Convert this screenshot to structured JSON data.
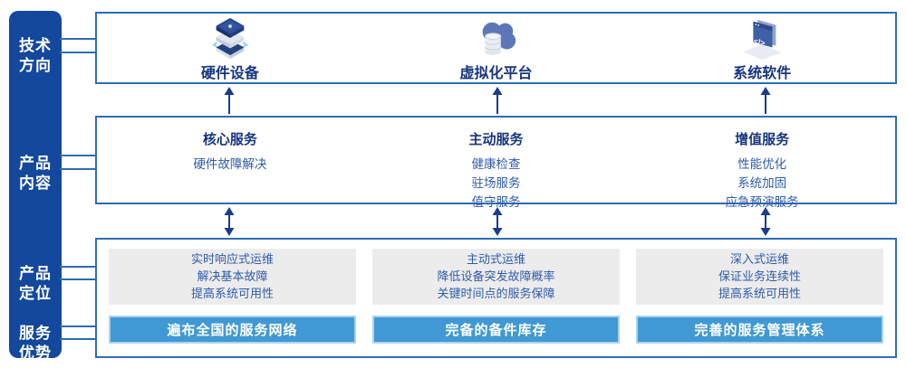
{
  "diagram": {
    "type": "layered-architecture-diagram",
    "colors": {
      "sidebar_blue": "#14489D",
      "panel_border_blue": "#2E6CB5",
      "title_navy": "#16357F",
      "body_blue": "#2E5BA8",
      "banner_blue": "#4099D4",
      "banner_border": "#A9D4EE",
      "gray_box": "#ECECEC",
      "arrow_navy": "#1B3C8C"
    }
  },
  "sidebar": {
    "items": [
      {
        "label": "技术\n方向"
      },
      {
        "label": "产品\n内容"
      },
      {
        "label": "产品\n定位"
      },
      {
        "label": "服务\n优势"
      }
    ]
  },
  "tech": {
    "items": [
      {
        "label": "硬件设备",
        "icon": "server-stack-icon"
      },
      {
        "label": "虚拟化平台",
        "icon": "cloud-database-icon"
      },
      {
        "label": "系统软件",
        "icon": "software-window-icon"
      }
    ]
  },
  "content": {
    "columns": [
      {
        "title": "核心服务",
        "items": [
          "硬件故障解决"
        ]
      },
      {
        "title": "主动服务",
        "items": [
          "健康检查",
          "驻场服务",
          "值守服务"
        ]
      },
      {
        "title": "增值服务",
        "items": [
          "性能优化",
          "系统加固",
          "应急预演服务"
        ]
      }
    ]
  },
  "positioning": {
    "columns": [
      {
        "points": [
          "实时响应式运维",
          "解决基本故障",
          "提高系统可用性"
        ],
        "banner": "遍布全国的服务网络"
      },
      {
        "points": [
          "主动式运维",
          "降低设备突发故障概率",
          "关键时间点的服务保障"
        ],
        "banner": "完备的备件库存"
      },
      {
        "points": [
          "深入式运维",
          "保证业务连续性",
          "提高系统可用性"
        ],
        "banner": "完善的服务管理体系"
      }
    ]
  }
}
